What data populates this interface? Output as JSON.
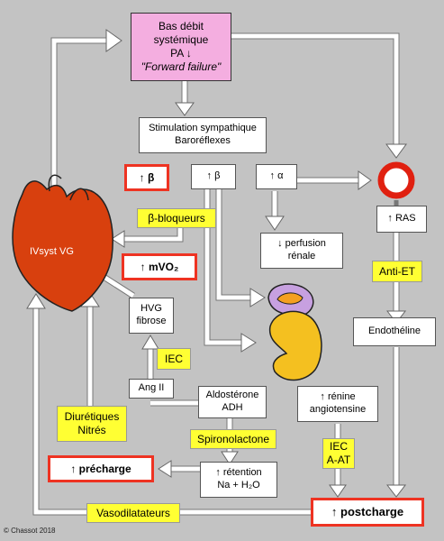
{
  "nodes": {
    "low_output": {
      "line1": "Bas débit",
      "line2": "systémique",
      "line3": "PA ↓",
      "line4": "\"Forward failure\""
    },
    "sympathetic": "Stimulation sympathique\nBaroréflexes",
    "beta1": "↑ β",
    "beta2": "↑ β",
    "alpha": "↑ α",
    "beta_blockers": "β-bloqueurs",
    "mvo2": "↑ mVO₂",
    "renal_perfusion": "↓ perfusion\nrénale",
    "ras": "↑ RAS",
    "anti_et": "Anti-ET",
    "endothelin": "Endothéline",
    "hvg": "HVG\nfibrose",
    "iec1": "IEC",
    "ang2": "Ang II",
    "aldosterone": "Aldostérone\nADH",
    "renin": "↑ rénine\nangiotensine",
    "spironolactone": "Spironolactone",
    "iec_aat": "IEC\nA-AT",
    "diuretics": "Diurétiques\nNitrés",
    "preload": "↑ précharge",
    "retention": "↑ rétention\nNa + H₂O",
    "vasodilators": "Vasodilatateurs",
    "afterload": "↑ postcharge"
  },
  "heart_label": "IVsyst VG",
  "copyright": "© Chassot 2018",
  "colors": {
    "background": "#c3c3c3",
    "pink": "#f4aee0",
    "yellow": "#ffff33",
    "red": "#ee3322",
    "heart": "#d8400e",
    "kidney": "#f4c020",
    "adrenal": "#c7a0e0"
  }
}
